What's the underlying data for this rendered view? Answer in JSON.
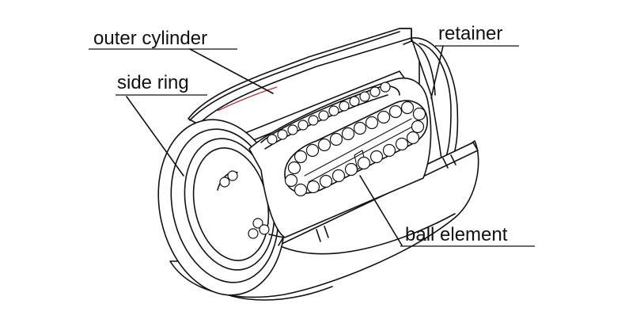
{
  "labels": {
    "outer_cylinder": "outer cylinder",
    "side_ring": "side ring",
    "retainer": "retainer",
    "ball_element": "ball element"
  },
  "colors": {
    "line": "#111111",
    "background": "#ffffff",
    "accent": "#a33a3a"
  }
}
